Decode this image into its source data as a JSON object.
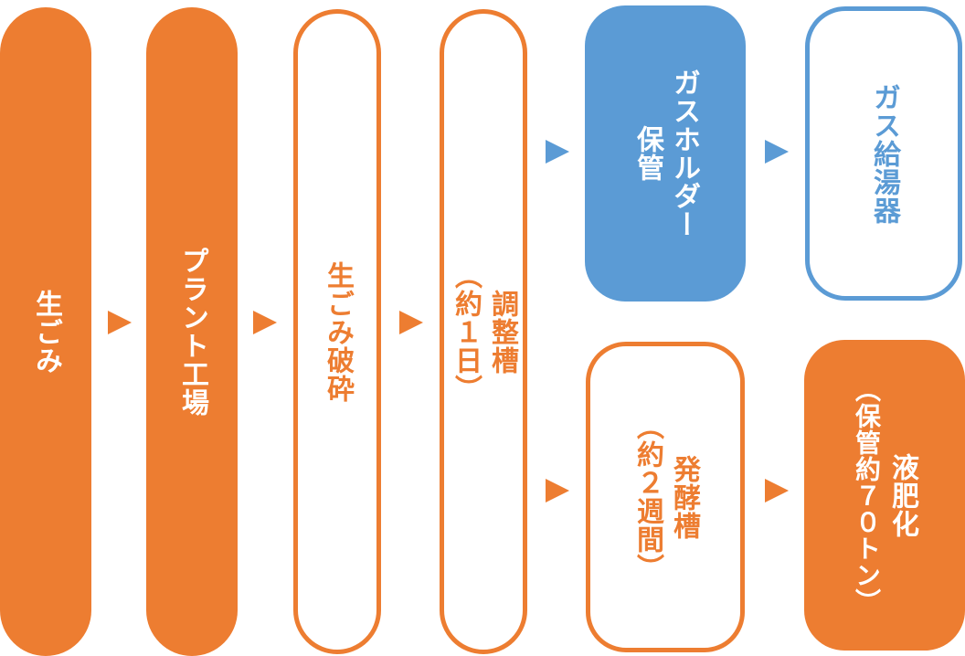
{
  "colors": {
    "orange": "#ED7D31",
    "blue": "#5B9BD5",
    "white": "#FFFFFF"
  },
  "nodes": {
    "raw_garbage": {
      "lines": [
        "生ごみ"
      ]
    },
    "plant": {
      "lines": [
        "プラント工場"
      ]
    },
    "crushing": {
      "lines": [
        "生ごみ破砕"
      ]
    },
    "adjustment_tank": {
      "lines": [
        "調整槽",
        "（約１日）"
      ]
    },
    "gas_holder": {
      "lines": [
        "ガスホルダー",
        "保管"
      ]
    },
    "gas_heater": {
      "lines": [
        "ガス給湯器"
      ]
    },
    "fermentation_tank": {
      "lines": [
        "発酵槽",
        "（約２週間）"
      ]
    },
    "liquid_fertilizer": {
      "lines": [
        "液肥化",
        "（保管約７０トン）"
      ]
    }
  },
  "icons": {
    "arrow": "right-triangle-arrow-icon"
  }
}
